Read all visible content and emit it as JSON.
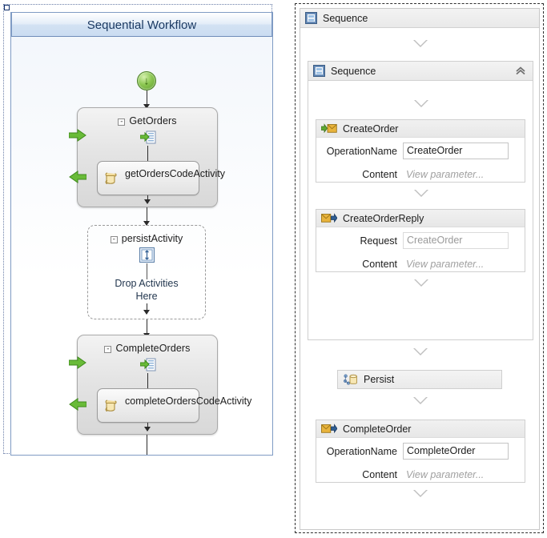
{
  "legacy_designer": {
    "title": "Sequential Workflow",
    "start_icon": "start-node-icon",
    "end_icon": "stop-node-icon",
    "nodes": [
      {
        "id": "get-orders",
        "label": "GetOrders",
        "type": "receive-scope",
        "expander": "-",
        "icon": "receive-activity-icon",
        "child": {
          "label": "getOrdersCodeActivity",
          "icon": "code-activity-icon"
        }
      },
      {
        "id": "persist-activity",
        "label": "persistActivity",
        "type": "dashed-scope",
        "expander": "-",
        "icon": "persist-activity-icon",
        "drop_text_line1": "Drop Activities",
        "drop_text_line2": "Here"
      },
      {
        "id": "complete-orders",
        "label": "CompleteOrders",
        "type": "receive-scope",
        "expander": "-",
        "icon": "receive-activity-icon",
        "child": {
          "label": "completeOrdersCodeActivity",
          "icon": "code-activity-icon"
        }
      }
    ]
  },
  "wf4_designer": {
    "root": {
      "label": "Sequence",
      "icon": "sequence-icon"
    },
    "inner": {
      "label": "Sequence",
      "icon": "sequence-icon",
      "collapse_icon": "chevron-up-icon"
    },
    "activities": [
      {
        "id": "create-order",
        "label": "CreateOrder",
        "icon": "receive-message-icon",
        "fields": [
          {
            "label": "OperationName",
            "value": "CreateOrder",
            "kind": "textbox"
          },
          {
            "label": "Content",
            "value": "View parameter...",
            "kind": "placeholder"
          }
        ]
      },
      {
        "id": "create-order-reply",
        "label": "CreateOrderReply",
        "icon": "send-reply-message-icon",
        "fields": [
          {
            "label": "Request",
            "value": "CreateOrder",
            "kind": "textbox-dim"
          },
          {
            "label": "Content",
            "value": "View parameter...",
            "kind": "placeholder"
          }
        ]
      },
      {
        "id": "persist",
        "label": "Persist",
        "icon": "persist-icon",
        "fields": []
      },
      {
        "id": "complete-order",
        "label": "CompleteOrder",
        "icon": "send-message-icon",
        "fields": [
          {
            "label": "OperationName",
            "value": "CompleteOrder",
            "kind": "textbox"
          },
          {
            "label": "Content",
            "value": "View parameter...",
            "kind": "placeholder"
          }
        ]
      }
    ],
    "drop_targets": 7
  },
  "colors": {
    "header_blue": "#cadcf1",
    "start_green": "#8cc752",
    "stop_red": "#d8401a",
    "accent_gold": "#e8b33c",
    "panel_gray": "#e9e9e9"
  }
}
